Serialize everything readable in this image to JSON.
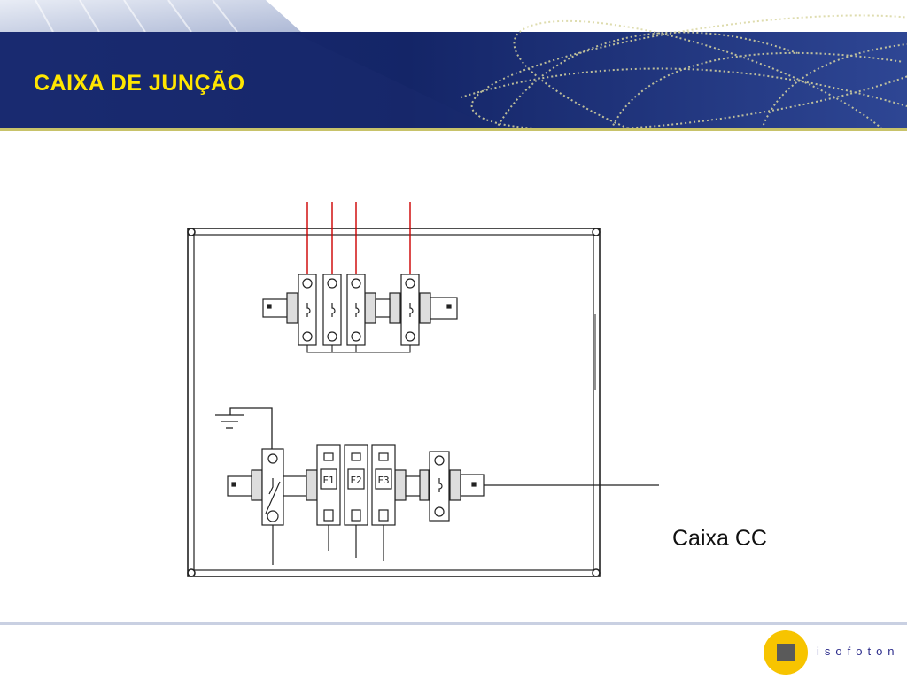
{
  "slide": {
    "title": "CAIXA  DE  JUNÇÃO",
    "caption": "Caixa CC"
  },
  "fuses": [
    "F1",
    "F2",
    "F3"
  ],
  "logo": {
    "text": "isofoton"
  },
  "colors": {
    "header_blue": "#1c2f7c",
    "title_yellow": "#ffe600",
    "input_wires": "#cc0000",
    "logo_yellow": "#f7c400",
    "logo_text": "#2d2d8c"
  }
}
